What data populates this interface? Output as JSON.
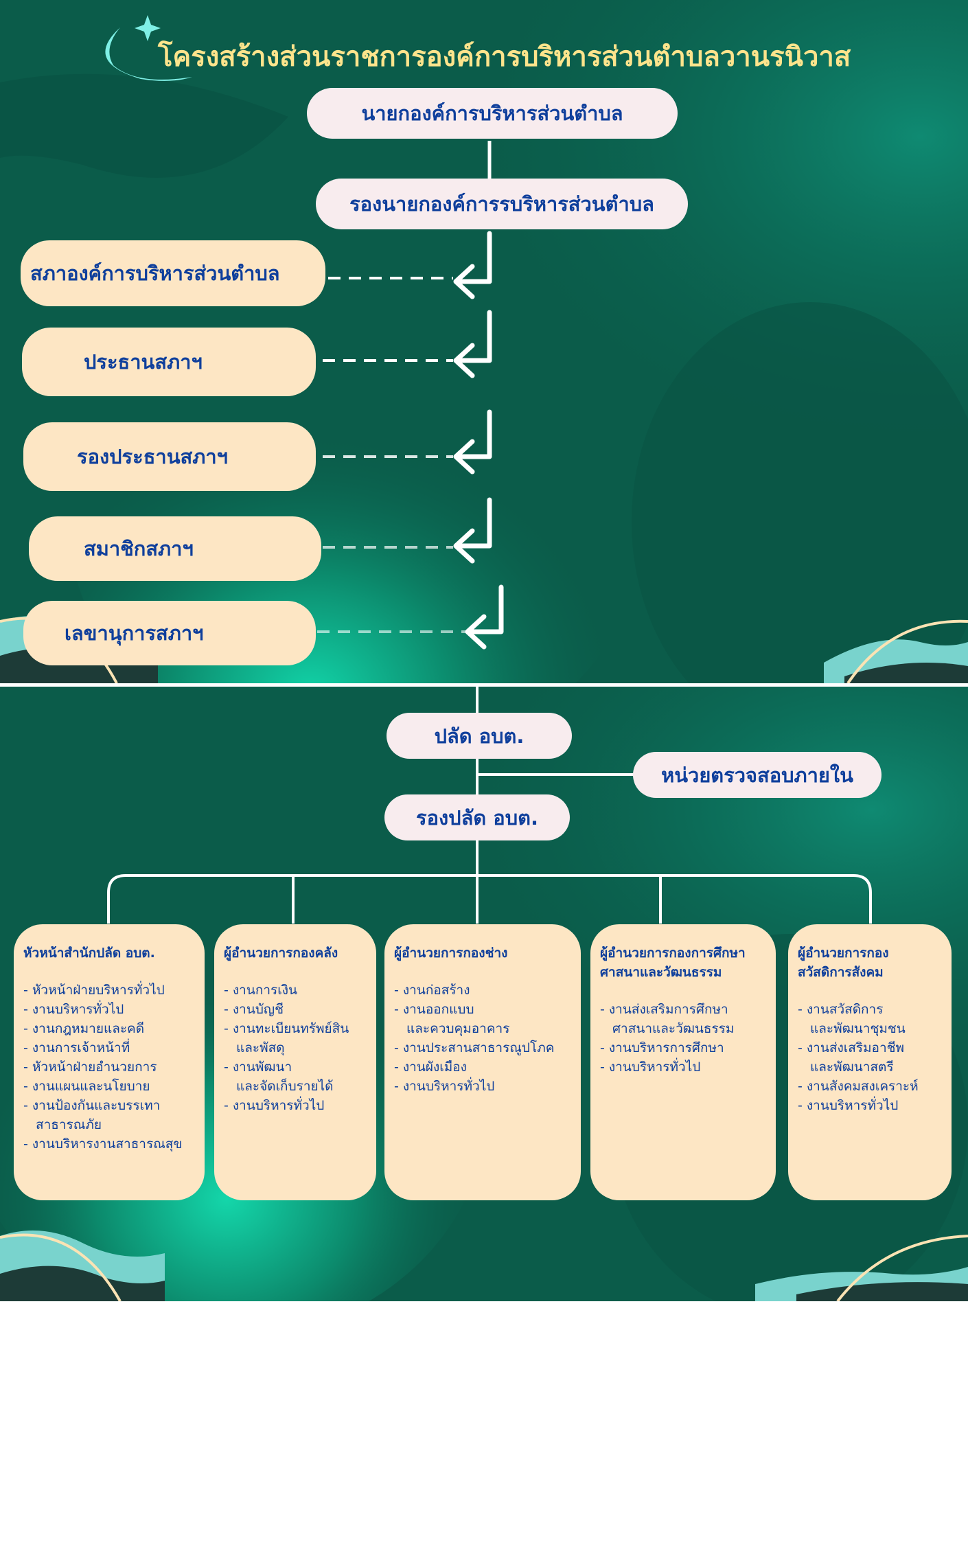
{
  "title": "โครงสร้างส่วนราชการองค์การบริหารส่วนตำบลวานรนิวาส",
  "top_chart": {
    "chief": "นายกองค์การบริหารส่วนตำบล",
    "deputy_chief": "รองนายกองค์การรบริหารส่วนตำบล",
    "council": [
      "สภาองค์การบริหารส่วนตำบล",
      "ประธานสภาฯ",
      "รองประธานสภาฯ",
      "สมาชิกสภาฯ",
      "เลขานุการสภาฯ"
    ]
  },
  "bottom_chart": {
    "palad": "ปลัด อบต.",
    "internal_audit": "หน่วยตรวจสอบภายใน",
    "deputy_palad": "รองปลัด อบต.",
    "divisions": [
      {
        "head": "หัวหน้าสำนักปลัด อบต.",
        "items": [
          "หัวหน้าฝ่ายบริหารทั่วไป",
          "งานบริหารทั่วไป",
          "งานกฎหมายและคดี",
          "งานการเจ้าหน้าที่",
          "หัวหน้าฝ่ายอำนวยการ",
          "งานแผนและนโยบาย",
          "งานป้องกันและบรรเทา\nสาธารณภัย",
          "งานบริหารงานสาธารณสุข"
        ]
      },
      {
        "head": "ผู้อำนวยการกองคลัง",
        "items": [
          "งานการเงิน",
          "งานบัญชี",
          "งานทะเบียนทรัพย์สิน\nและพัสดุ",
          " งานพัฒนา\n และจัดเก็บรายได้",
          "งานบริหารทั่วไป"
        ]
      },
      {
        "head": "ผู้อำนวยการกองช่าง",
        "items": [
          "งานก่อสร้าง",
          "งานออกแบบ\nและควบคุมอาคาร",
          "งานประสานสาธารณูปโภค",
          "งานผังเมือง",
          "งานบริหารทั่วไป"
        ]
      },
      {
        "head": "ผู้อำนวยการกองการศึกษา\nศาสนาและวัฒนธรรม",
        "items": [
          "งานส่งเสริมการศึกษา\nศาสนาและวัฒนธรรม",
          "งานบริหารการศึกษา",
          "งานบริหารทั่วไป"
        ]
      },
      {
        "head": "ผู้อำนวยการกอง\nสวัสดิการสังคม",
        "items": [
          "งานสวัสดิการ\nและพัฒนาชุมชน",
          "งานส่งเสริมอาชีพ\nและพัฒนาสตรี",
          "งานสังคมสงเคราะห์",
          "งานบริหารทั่วไป"
        ]
      }
    ]
  },
  "colors": {
    "background": "#0b5c4a",
    "accent_teal": "#14c9a4",
    "title": "#fde48c",
    "pill_light": "#f8ecee",
    "pill_cream": "#fde6c4",
    "text_blue": "#0f3f9c"
  }
}
